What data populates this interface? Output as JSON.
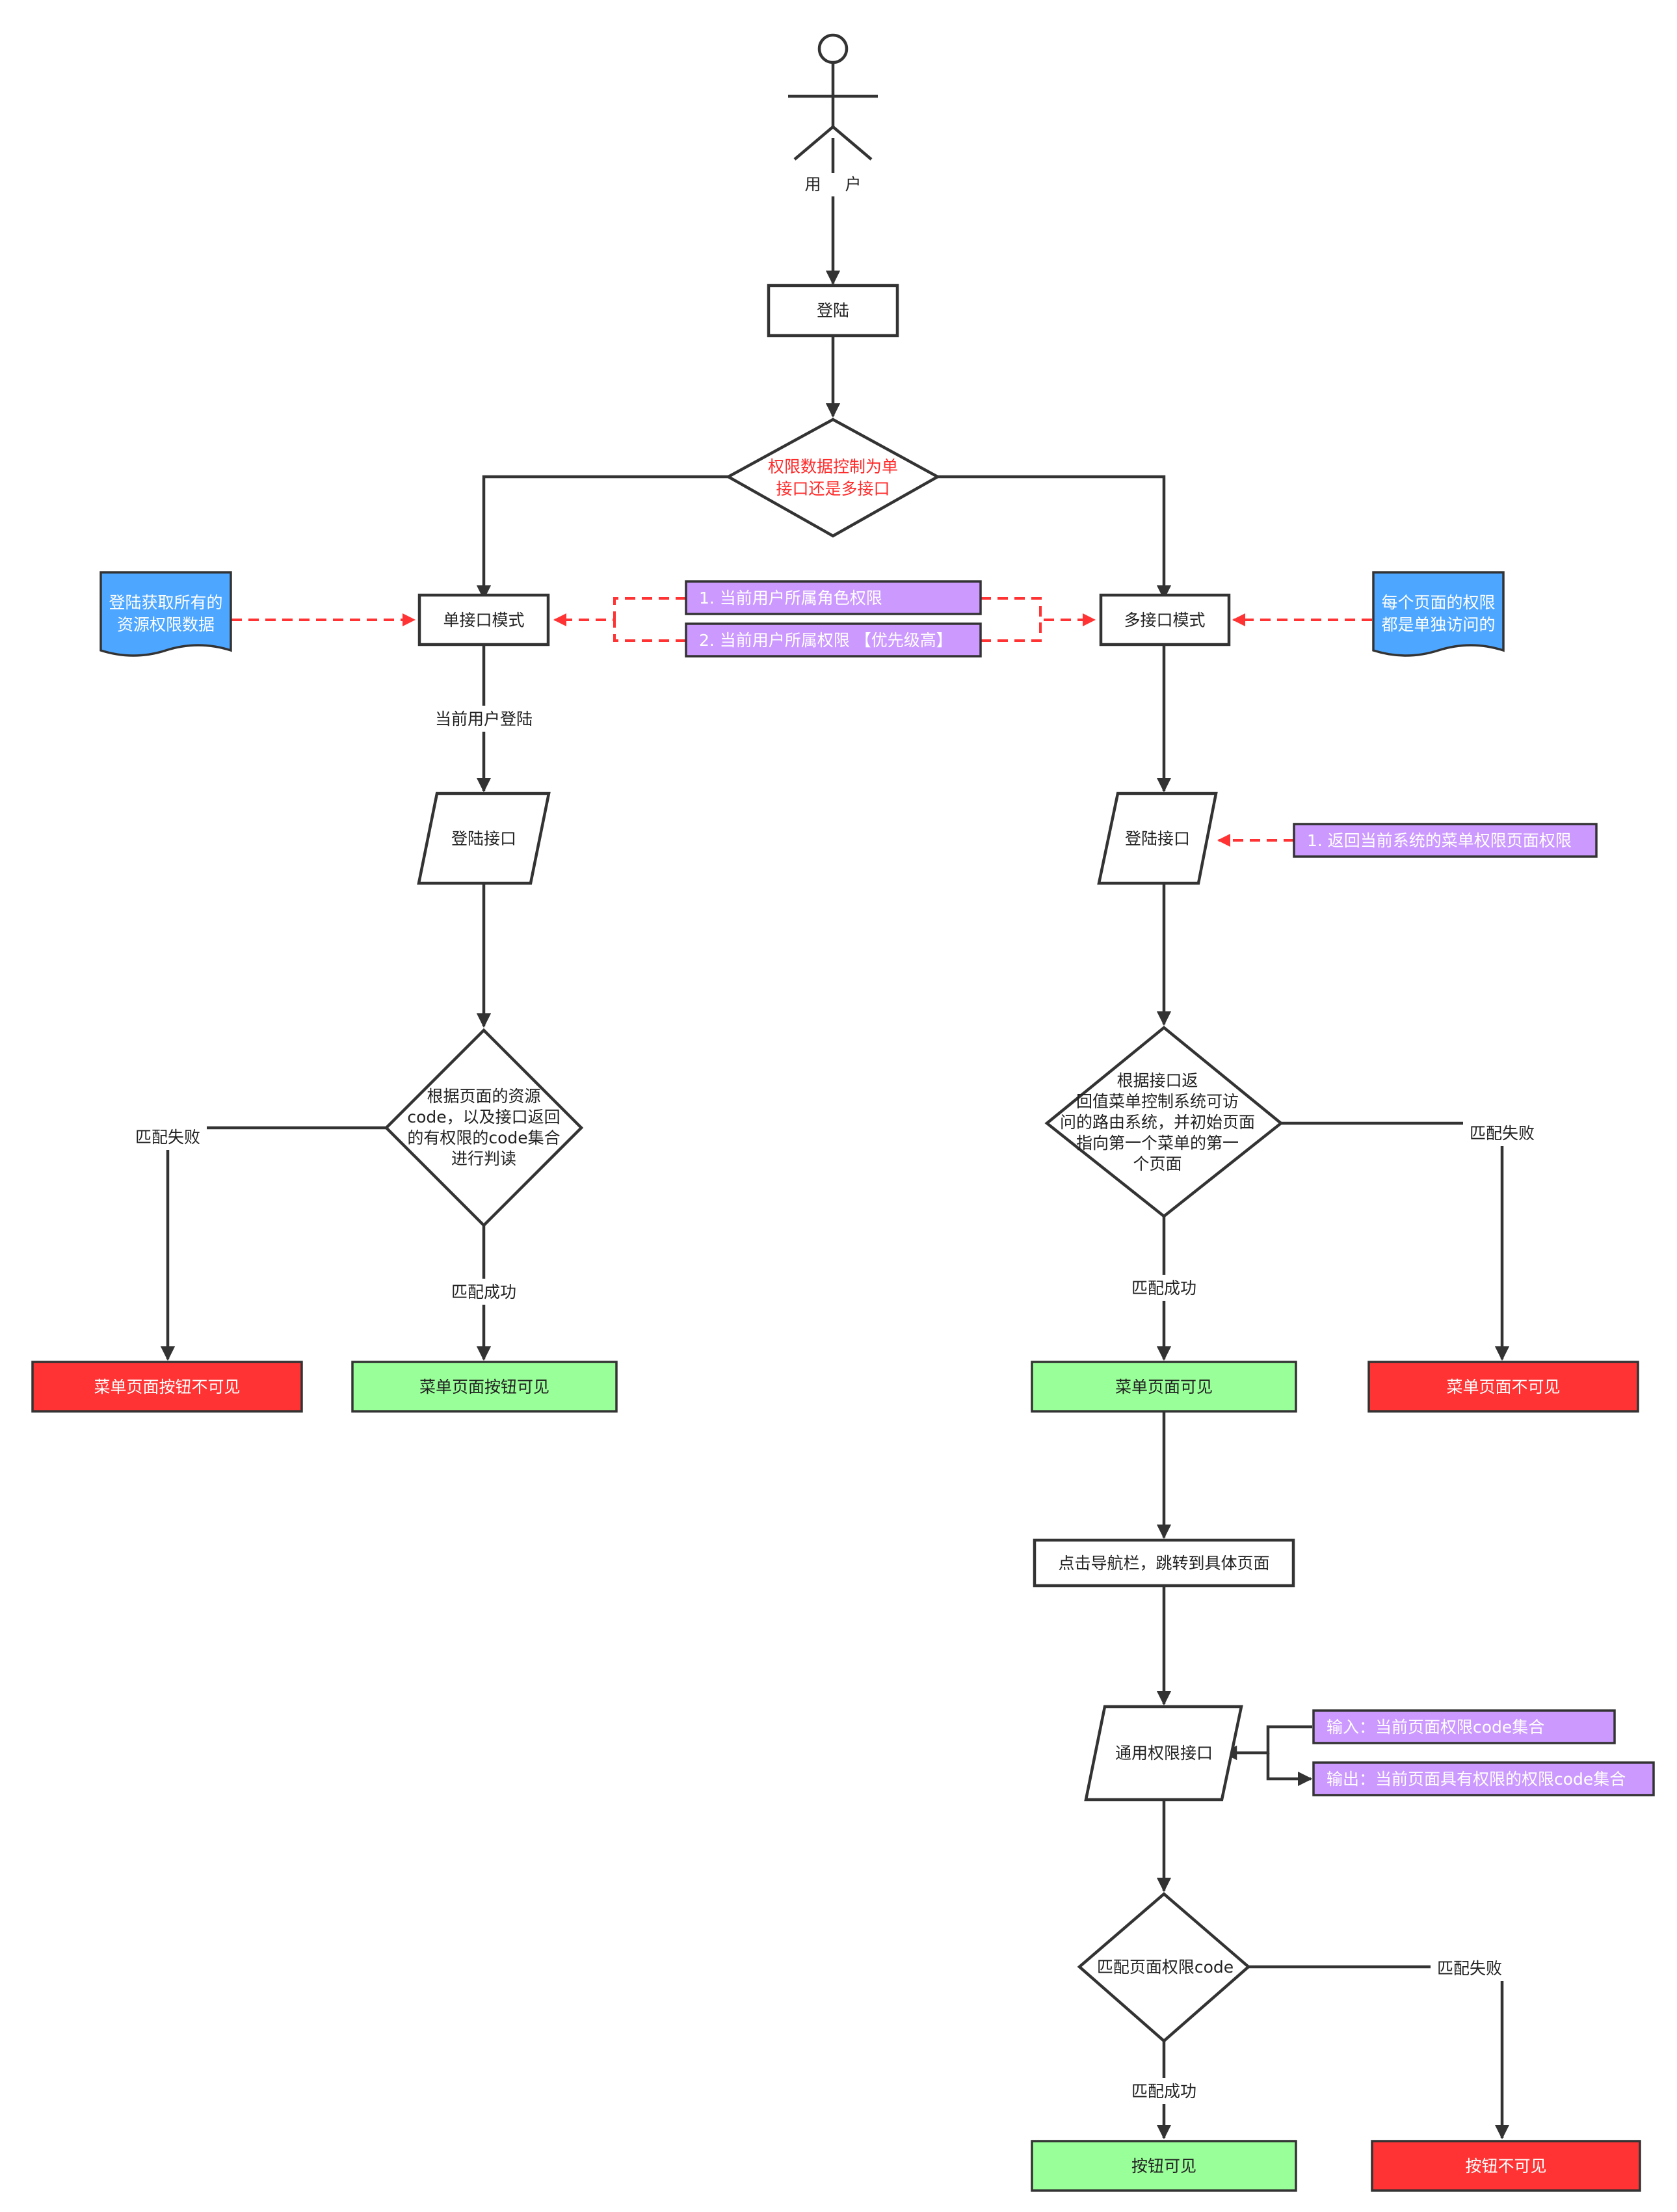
{
  "colors": {
    "stroke": "#333333",
    "red_box": "#ff3333",
    "green_box": "#99ff99",
    "purple_note": "#cc99ff",
    "blue_doc": "#4da6ff",
    "dashed_arrow": "#ff3333"
  },
  "actor": {
    "label_1": "用",
    "label_2": "户"
  },
  "nodes": {
    "login": "登陆",
    "decision_line1": "权限数据控制为单",
    "decision_line2": "接口还是多接口",
    "single_mode": "单接口模式",
    "multi_mode": "多接口模式",
    "doc_left_line1": "登陆获取所有的",
    "doc_left_line2": "资源权限数据",
    "doc_right_line1": "每个页面的权限",
    "doc_right_line2": "都是单独访问的",
    "note_role": "1. 当前用户所属角色权限",
    "note_own": "2. 当前用户所属权限 【优先级高】",
    "note_menu": "1. 返回当前系统的菜单权限页面权限",
    "left_login_api": "登陆接口",
    "right_login_api": "登陆接口",
    "left_judge_l1": "根据页面的资源",
    "left_judge_l2": "code，以及接口返回",
    "left_judge_l3": "的有权限的code集合",
    "left_judge_l4": "进行判读",
    "right_judge_l1": "根据接口返",
    "right_judge_l2": "回值菜单控制系统可访",
    "right_judge_l3": "问的路由系统，并初始页面",
    "right_judge_l4": "指向第一个菜单的第一",
    "right_judge_l5": "个页面",
    "left_fail_box": "菜单页面按钮不可见",
    "left_ok_box": "菜单页面按钮可见",
    "right_ok_box": "菜单页面可见",
    "right_fail_box": "菜单页面不可见",
    "nav_click": "点击导航栏，跳转到具体页面",
    "common_api": "通用权限接口",
    "note_input": "输入：当前页面权限code集合",
    "note_output": "输出：当前页面具有权限的权限code集合",
    "match_code": "匹配页面权限code",
    "btn_ok": "按钮可见",
    "btn_fail": "按钮不可见"
  },
  "edge_labels": {
    "current_user_login": "当前用户登陆",
    "left_fail": "匹配失败",
    "left_ok": "匹配成功",
    "right_ok": "匹配成功",
    "right_fail": "匹配失败",
    "bottom_ok": "匹配成功",
    "bottom_fail": "匹配失败"
  }
}
